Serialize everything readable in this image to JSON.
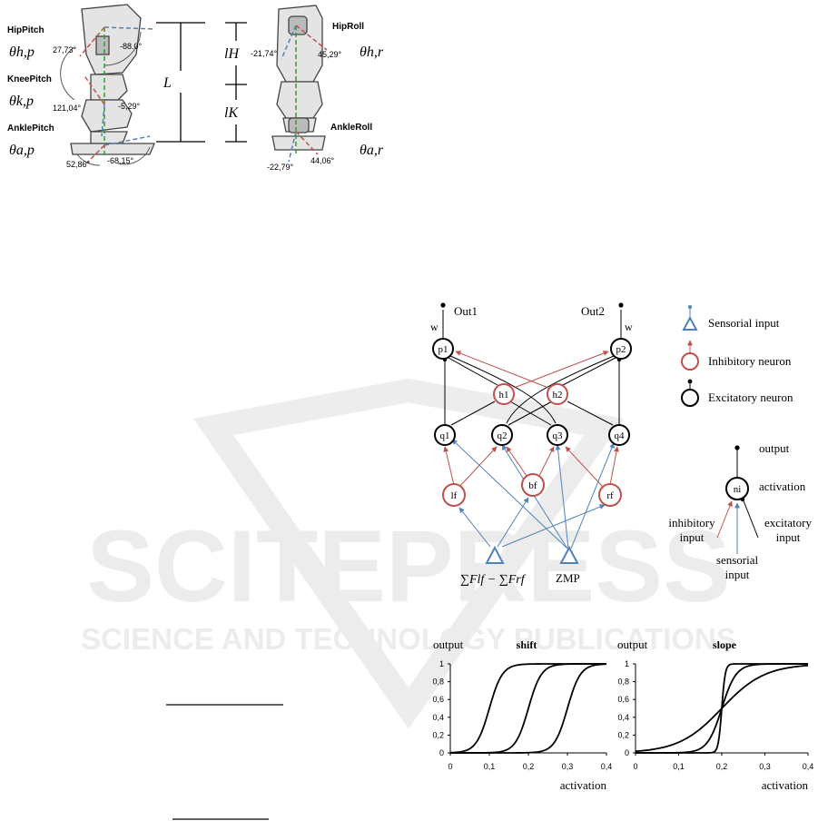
{
  "robot": {
    "joints": [
      {
        "name": "HipPitch",
        "symbol": "θh,p"
      },
      {
        "name": "KneePitch",
        "symbol": "θk,p"
      },
      {
        "name": "AnklePitch",
        "symbol": "θa,p"
      },
      {
        "name": "HipRoll",
        "symbol": "θh,r"
      },
      {
        "name": "AnkleRoll",
        "symbol": "θa,r"
      }
    ],
    "angles": {
      "hp_a": "27,73°",
      "hp_b": "-88.0°",
      "kp_a": "121,04°",
      "kp_b": "-5,29°",
      "ap_a": "52,86°",
      "ap_b": "-68,15°",
      "hr_a": "-21,74°",
      "hr_b": "45,29°",
      "ar_a": "-22,79°",
      "ar_b": "44,06°"
    },
    "lengths": {
      "L": "L",
      "lH": "lH",
      "lK": "lK"
    }
  },
  "network": {
    "out1": "Out1",
    "out2": "Out2",
    "weight": "w",
    "neurons": {
      "p1": "p1",
      "p2": "p2",
      "h1": "h1",
      "h2": "h2",
      "q1": "q1",
      "q2": "q2",
      "q3": "q3",
      "q4": "q4",
      "lf": "lf",
      "bf": "bf",
      "rf": "rf"
    },
    "inputs": {
      "force": "∑Flf − ∑Frf",
      "zmp": "ZMP"
    }
  },
  "legend": {
    "sensorial": "Sensorial input",
    "inhibitory": "Inhibitory neuron",
    "excitatory": "Excitatory neuron"
  },
  "neuron_model": {
    "output": "output",
    "activation": "activation",
    "node": "ni",
    "inhibitory_input": [
      "inhibitory",
      "input"
    ],
    "excitatory_input": [
      "excitatory",
      "input"
    ],
    "sensorial_input": [
      "sensorial",
      "input"
    ]
  },
  "watermark": {
    "line1": "SCITEPRESS",
    "line2": "SCIENCE AND TECHNOLOGY PUBLICATIONS"
  },
  "chart_data": [
    {
      "type": "line",
      "title": "shift",
      "ylabel": "output",
      "xlabel": "activation",
      "xlim": [
        0,
        0.4
      ],
      "ylim": [
        0,
        1
      ],
      "xticks": [
        "0",
        "0,1",
        "0,2",
        "0,3",
        "0,4"
      ],
      "yticks": [
        "0",
        "0,2",
        "0,4",
        "0,6",
        "0,8",
        "1"
      ],
      "series": [
        {
          "midpoint": 0.1,
          "steepness": 60
        },
        {
          "midpoint": 0.2,
          "steepness": 60
        },
        {
          "midpoint": 0.3,
          "steepness": 60
        }
      ]
    },
    {
      "type": "line",
      "title": "slope",
      "ylabel": "output",
      "xlabel": "activation",
      "xlim": [
        0,
        0.4
      ],
      "ylim": [
        0,
        1
      ],
      "xticks": [
        "0",
        "0,1",
        "0,2",
        "0,3",
        "0,4"
      ],
      "yticks": [
        "0",
        "0,2",
        "0,4",
        "0,6",
        "0,8",
        "1"
      ],
      "series": [
        {
          "midpoint": 0.2,
          "steepness": 20
        },
        {
          "midpoint": 0.2,
          "steepness": 60
        },
        {
          "midpoint": 0.2,
          "steepness": 250
        }
      ]
    }
  ]
}
